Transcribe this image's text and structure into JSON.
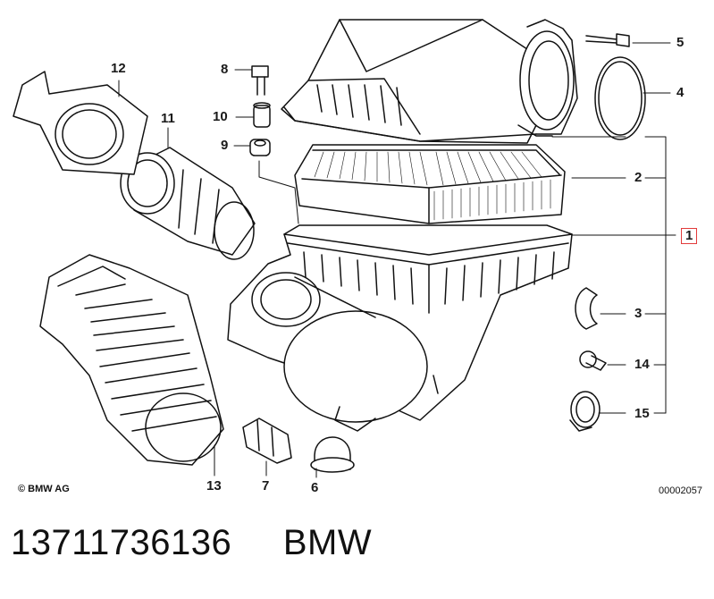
{
  "diagram": {
    "callouts": [
      {
        "id": "c1",
        "label": "1",
        "highlighted": true
      },
      {
        "id": "c2",
        "label": "2"
      },
      {
        "id": "c3",
        "label": "3"
      },
      {
        "id": "c4",
        "label": "4"
      },
      {
        "id": "c5",
        "label": "5"
      },
      {
        "id": "c6",
        "label": "6"
      },
      {
        "id": "c7",
        "label": "7"
      },
      {
        "id": "c8",
        "label": "8"
      },
      {
        "id": "c9",
        "label": "9"
      },
      {
        "id": "c10",
        "label": "10"
      },
      {
        "id": "c11",
        "label": "11"
      },
      {
        "id": "c12",
        "label": "12"
      },
      {
        "id": "c13",
        "label": "13"
      },
      {
        "id": "c14",
        "label": "14"
      },
      {
        "id": "c15",
        "label": "15"
      }
    ],
    "copyright": "© BMW AG",
    "diagram_id": "00002057",
    "highlight_color": "#e23b3b"
  },
  "footer": {
    "part_number": "13711736136",
    "brand": "BMW"
  }
}
